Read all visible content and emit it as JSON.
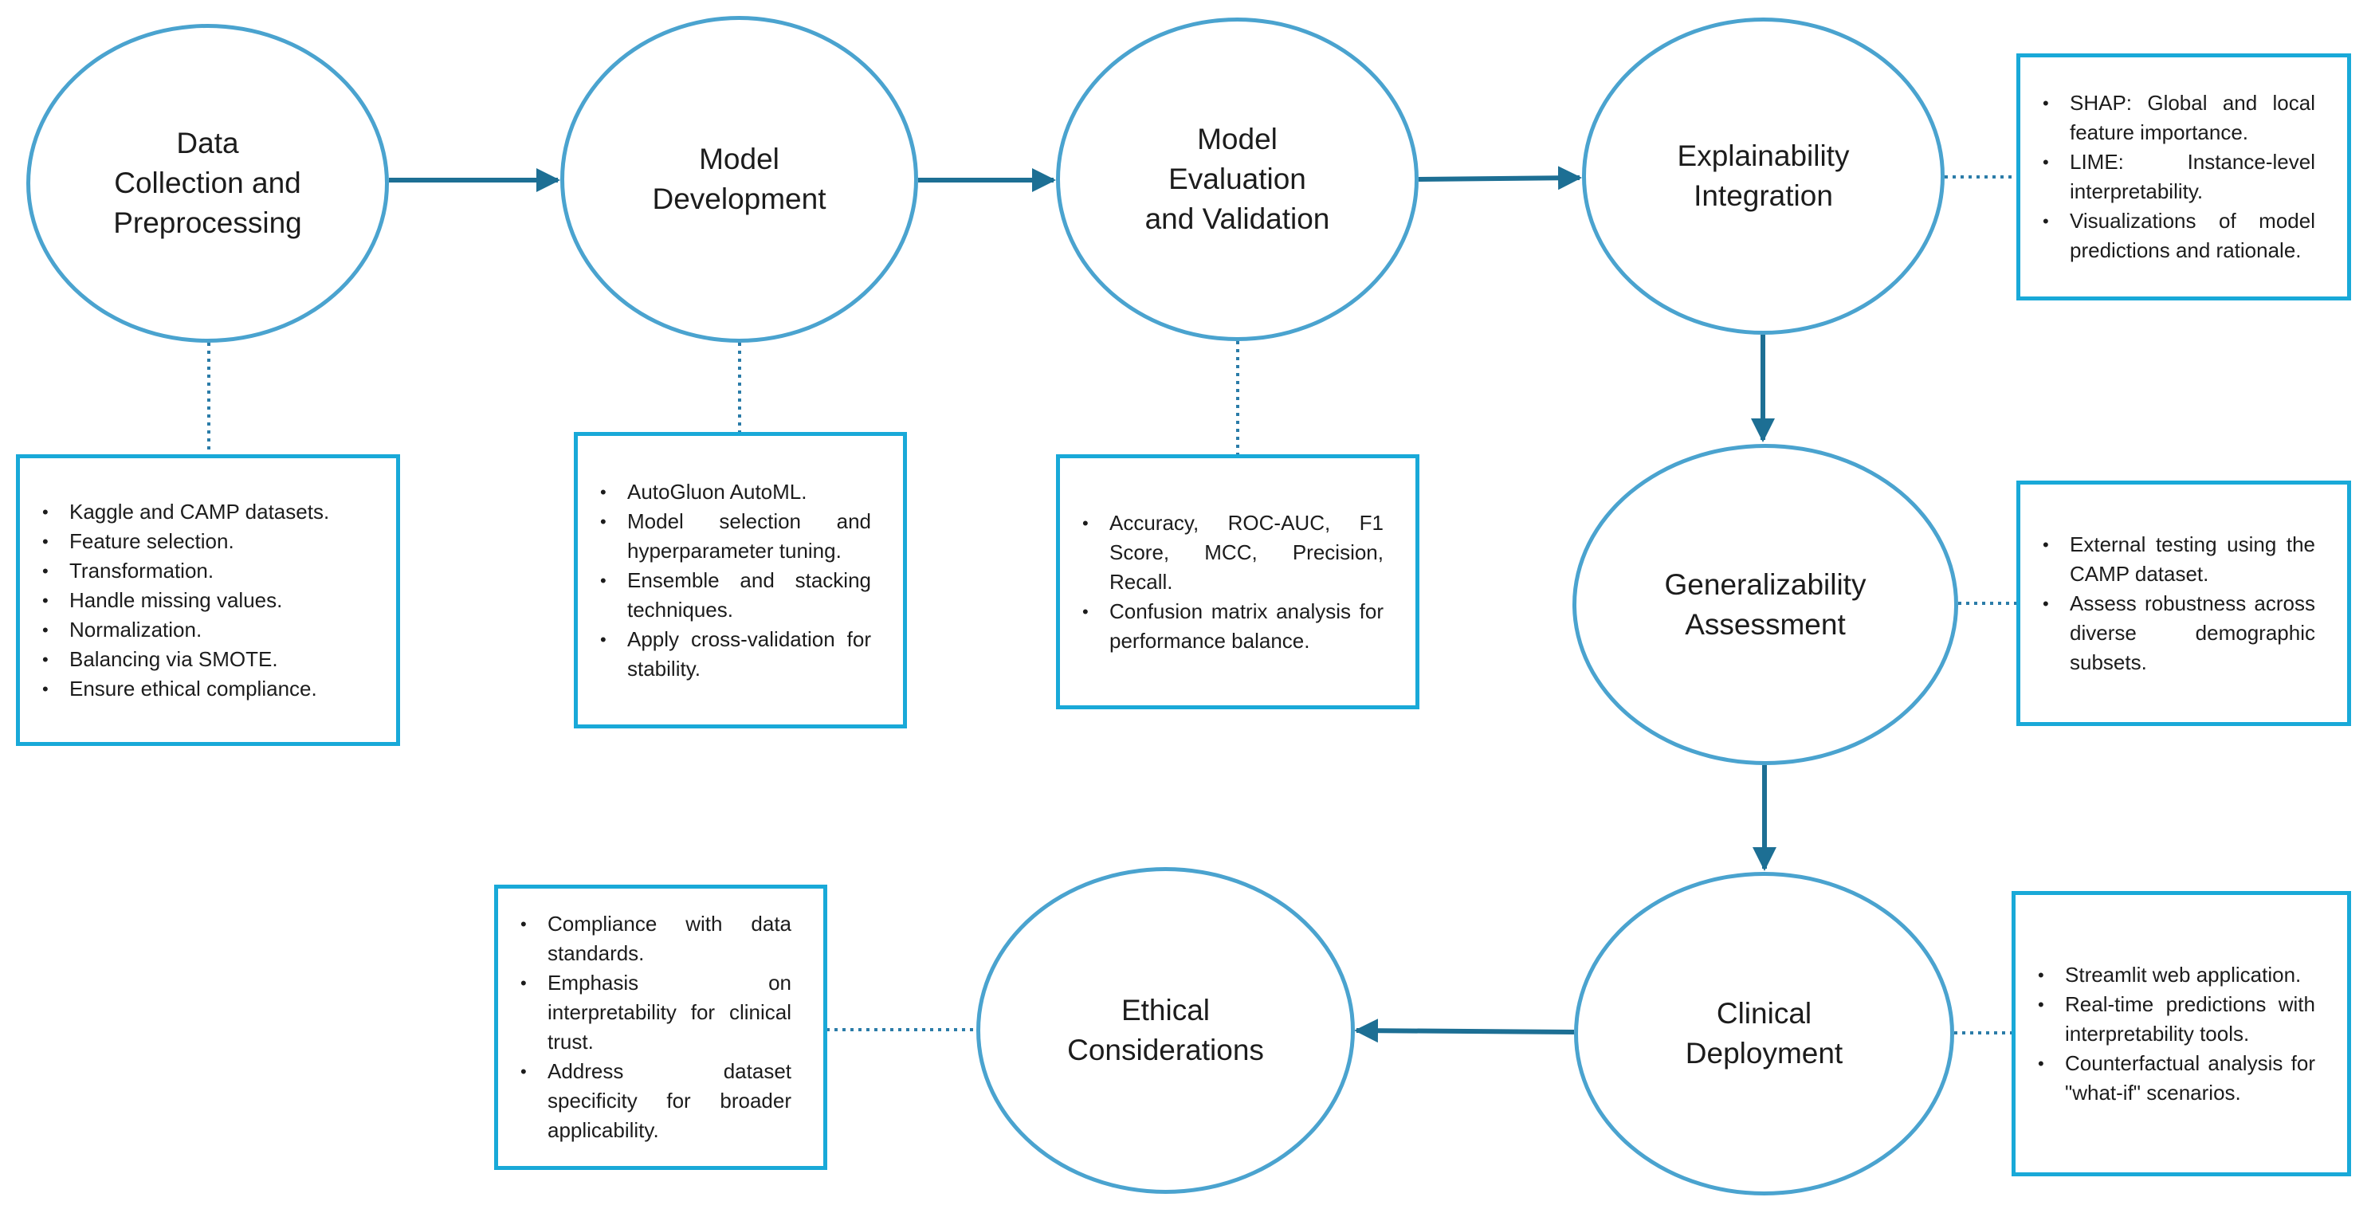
{
  "colors": {
    "node_border": "#4aa3cf",
    "box_border": "#19a9d8",
    "arrow": "#1d6f94",
    "connector": "#2b7ca8",
    "text": "#1c1c1c"
  },
  "nodes": {
    "data_collection": {
      "label": "Data\nCollection and\nPreprocessing"
    },
    "model_development": {
      "label": "Model\nDevelopment"
    },
    "model_evaluation": {
      "label": "Model\nEvaluation\nand Validation"
    },
    "explainability": {
      "label": "Explainability\nIntegration"
    },
    "generalizability": {
      "label": "Generalizability\nAssessment"
    },
    "clinical_deployment": {
      "label": "Clinical\nDeployment"
    },
    "ethical_considerations": {
      "label": "Ethical\nConsiderations"
    }
  },
  "boxes": {
    "data_collection": {
      "items": [
        "Kaggle and CAMP datasets.",
        "Feature selection.",
        "Transformation.",
        "Handle missing values.",
        "Normalization.",
        "Balancing via SMOTE.",
        "Ensure ethical compliance."
      ]
    },
    "model_development": {
      "items": [
        "AutoGluon AutoML.",
        "Model selection and hyperparameter tuning.",
        "Ensemble and stacking techniques.",
        "Apply cross-validation for stability."
      ]
    },
    "model_evaluation": {
      "items": [
        "Accuracy, ROC-AUC, F1 Score, MCC, Precision, Recall.",
        "Confusion matrix analysis for performance balance."
      ]
    },
    "explainability": {
      "items": [
        "SHAP: Global and local feature importance.",
        "LIME: Instance-level interpretability.",
        "Visualizations of model predictions and rationale."
      ]
    },
    "generalizability": {
      "items": [
        "External testing using the CAMP dataset.",
        "Assess robustness across diverse demographic subsets."
      ]
    },
    "clinical_deployment": {
      "items": [
        "Streamlit web application.",
        "Real-time predictions with interpretability tools.",
        "Counterfactual analysis for \"what-if\" scenarios."
      ]
    },
    "ethical_considerations": {
      "items": [
        "Compliance with data standards.",
        "Emphasis on interpretability for clinical trust.",
        "Address dataset specificity for broader applicability."
      ]
    }
  }
}
